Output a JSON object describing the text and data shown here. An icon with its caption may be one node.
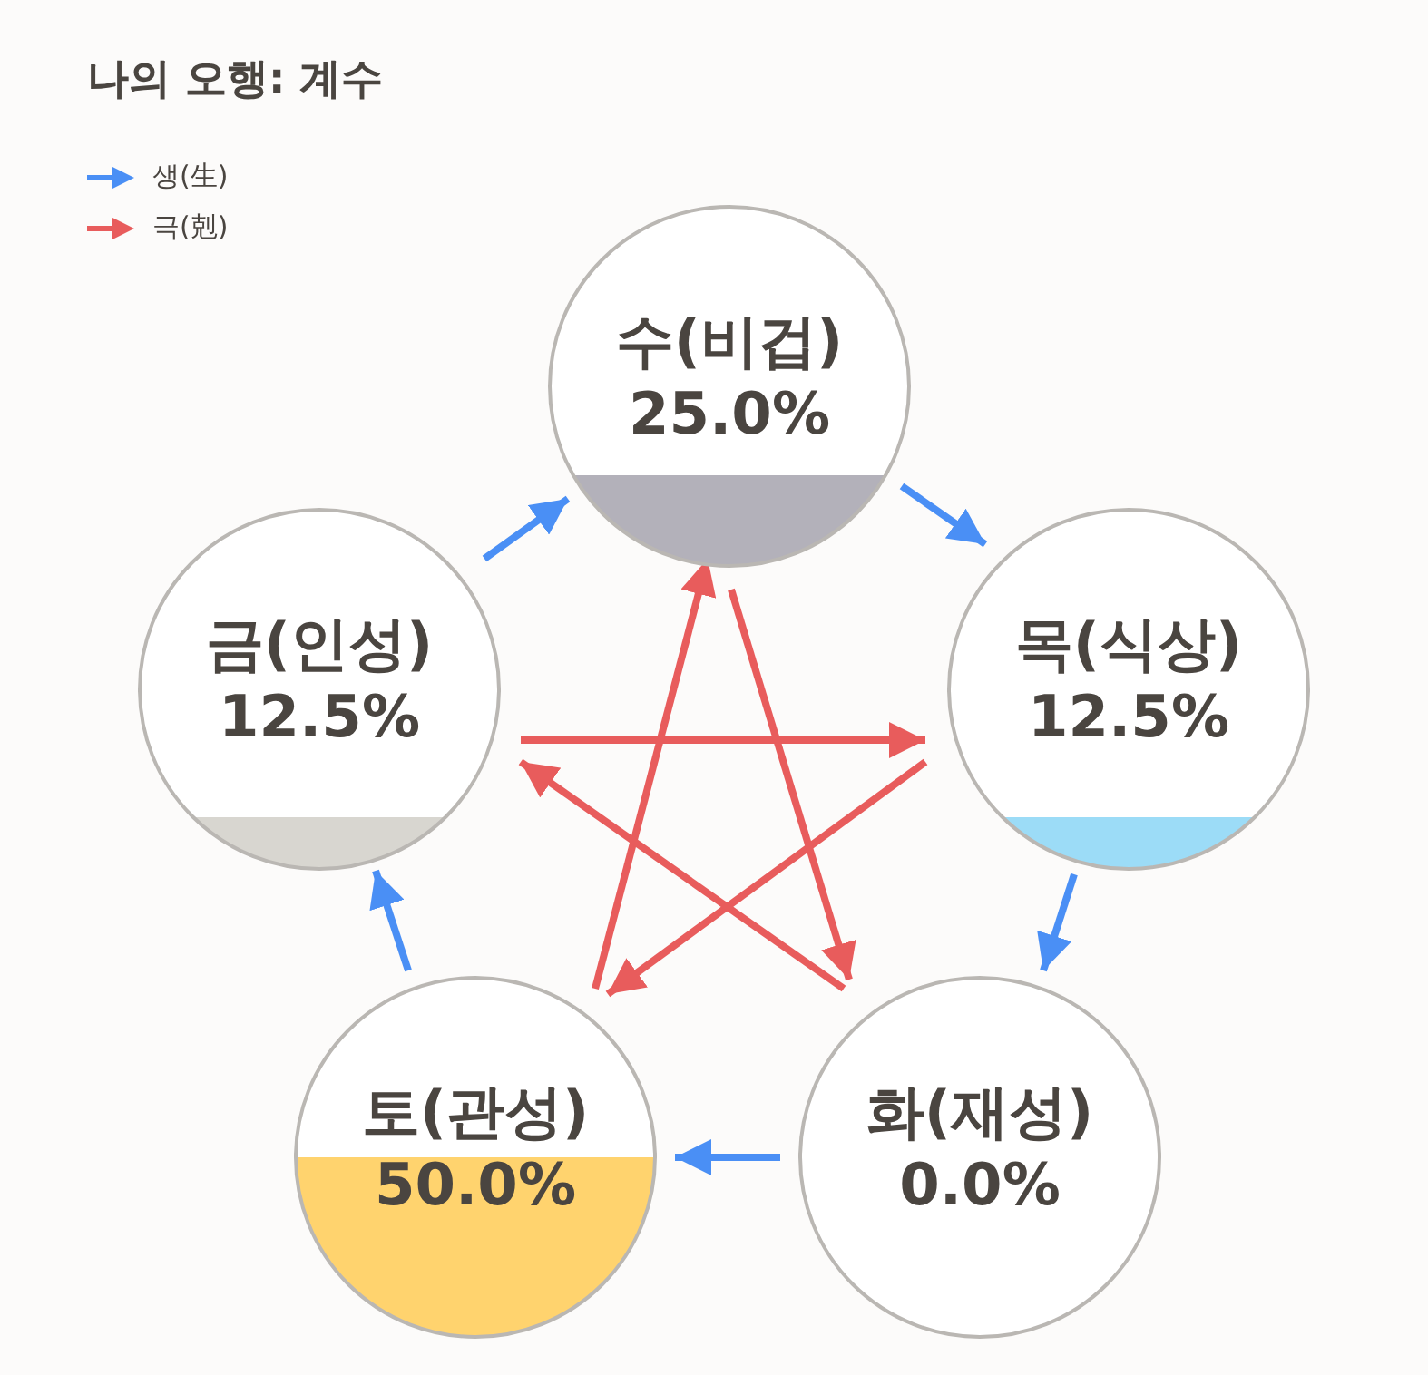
{
  "diagram": {
    "title": "나의 오행: 계수",
    "nodes": [
      {
        "text": [
          "수(비겁)",
          "25.0%"
        ]
      },
      {
        "text": [
          "목(식상)",
          "12.5%"
        ]
      },
      {
        "text": [
          "화(재성)",
          "0.0%"
        ]
      },
      {
        "text": [
          "토(관성)",
          "50.0%"
        ]
      },
      {
        "text": [
          "금(인성)",
          "12.5%"
        ]
      }
    ],
    "edges": [
      {
        "from": 0,
        "to": 1,
        "arrow": "to"
      },
      {
        "from": 1,
        "to": 2,
        "arrow": "to"
      },
      {
        "from": 2,
        "to": 3,
        "arrow": "to"
      },
      {
        "from": 3,
        "to": 4,
        "arrow": "to"
      },
      {
        "from": 4,
        "to": 0,
        "arrow": "to"
      },
      {
        "from": 4,
        "to": 1,
        "arrow": "to",
        "color": "#e85c5c"
      },
      {
        "from": 1,
        "to": 3,
        "arrow": "to",
        "color": "#e85c5c"
      },
      {
        "from": 3,
        "to": 0,
        "arrow": "to",
        "color": "#e85c5c"
      },
      {
        "from": 0,
        "to": 2,
        "arrow": "to",
        "color": "#e85c5c"
      },
      {
        "from": 2,
        "to": 4,
        "arrow": "to",
        "color": "#e85c5c"
      }
    ],
    "legend": [
      {
        "text": "생(生)"
      },
      {
        "text": "극(剋)"
      }
    ]
  }
}
